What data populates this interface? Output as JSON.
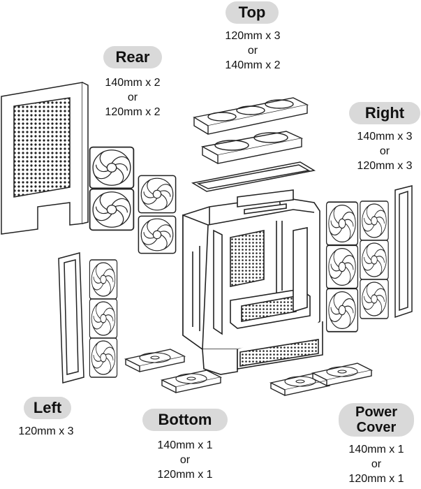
{
  "title": "",
  "positions": {
    "top": {
      "label": "Top",
      "spec": [
        "120mm x 3",
        "or",
        "140mm x 2"
      ]
    },
    "rear": {
      "label": "Rear",
      "spec": [
        "140mm x 2",
        "or",
        "120mm x 2"
      ]
    },
    "right": {
      "label": "Right",
      "spec": [
        "140mm x 3",
        "or",
        "120mm x 3"
      ]
    },
    "left": {
      "label": "Left",
      "spec": [
        "120mm x 3"
      ]
    },
    "bottom": {
      "label": "Bottom",
      "spec": [
        "140mm x 1",
        "or",
        "120mm x 1"
      ]
    },
    "power_cover": {
      "label_line1": "Power",
      "label_line2": "Cover",
      "spec": [
        "140mm x 1",
        "or",
        "120mm x 1"
      ]
    }
  },
  "colors": {
    "pill": "#d9d9d9",
    "line": "#222222",
    "background": "#ffffff"
  }
}
